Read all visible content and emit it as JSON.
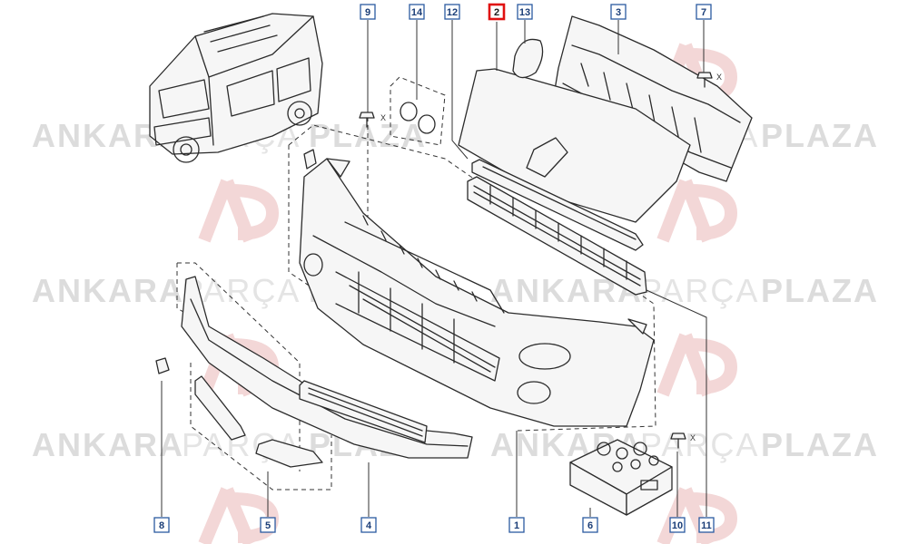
{
  "watermark": {
    "word1": "ANKARA",
    "word2": "PARÇA",
    "word3": "PLAZA",
    "color_bold": "#dcdcdc",
    "color_light": "#e4e4e4",
    "logo_color": "#f3d7d7"
  },
  "callouts": [
    {
      "id": "9",
      "label": "9",
      "selected": false
    },
    {
      "id": "14",
      "label": "14",
      "selected": false
    },
    {
      "id": "12",
      "label": "12",
      "selected": false
    },
    {
      "id": "2",
      "label": "2",
      "selected": true
    },
    {
      "id": "13",
      "label": "13",
      "selected": false
    },
    {
      "id": "3",
      "label": "3",
      "selected": false
    },
    {
      "id": "7",
      "label": "7",
      "selected": false
    },
    {
      "id": "8",
      "label": "8",
      "selected": false
    },
    {
      "id": "5",
      "label": "5",
      "selected": false
    },
    {
      "id": "4",
      "label": "4",
      "selected": false
    },
    {
      "id": "1",
      "label": "1",
      "selected": false
    },
    {
      "id": "6",
      "label": "6",
      "selected": false
    },
    {
      "id": "10",
      "label": "10",
      "selected": false
    },
    {
      "id": "11",
      "label": "11",
      "selected": false
    }
  ],
  "fastener_marks": {
    "x_label": "X"
  },
  "colors": {
    "callout_border": "#2b5aa0",
    "callout_text": "#1b3e78",
    "selected_border": "#e01010",
    "line": "#2b2b2b"
  }
}
